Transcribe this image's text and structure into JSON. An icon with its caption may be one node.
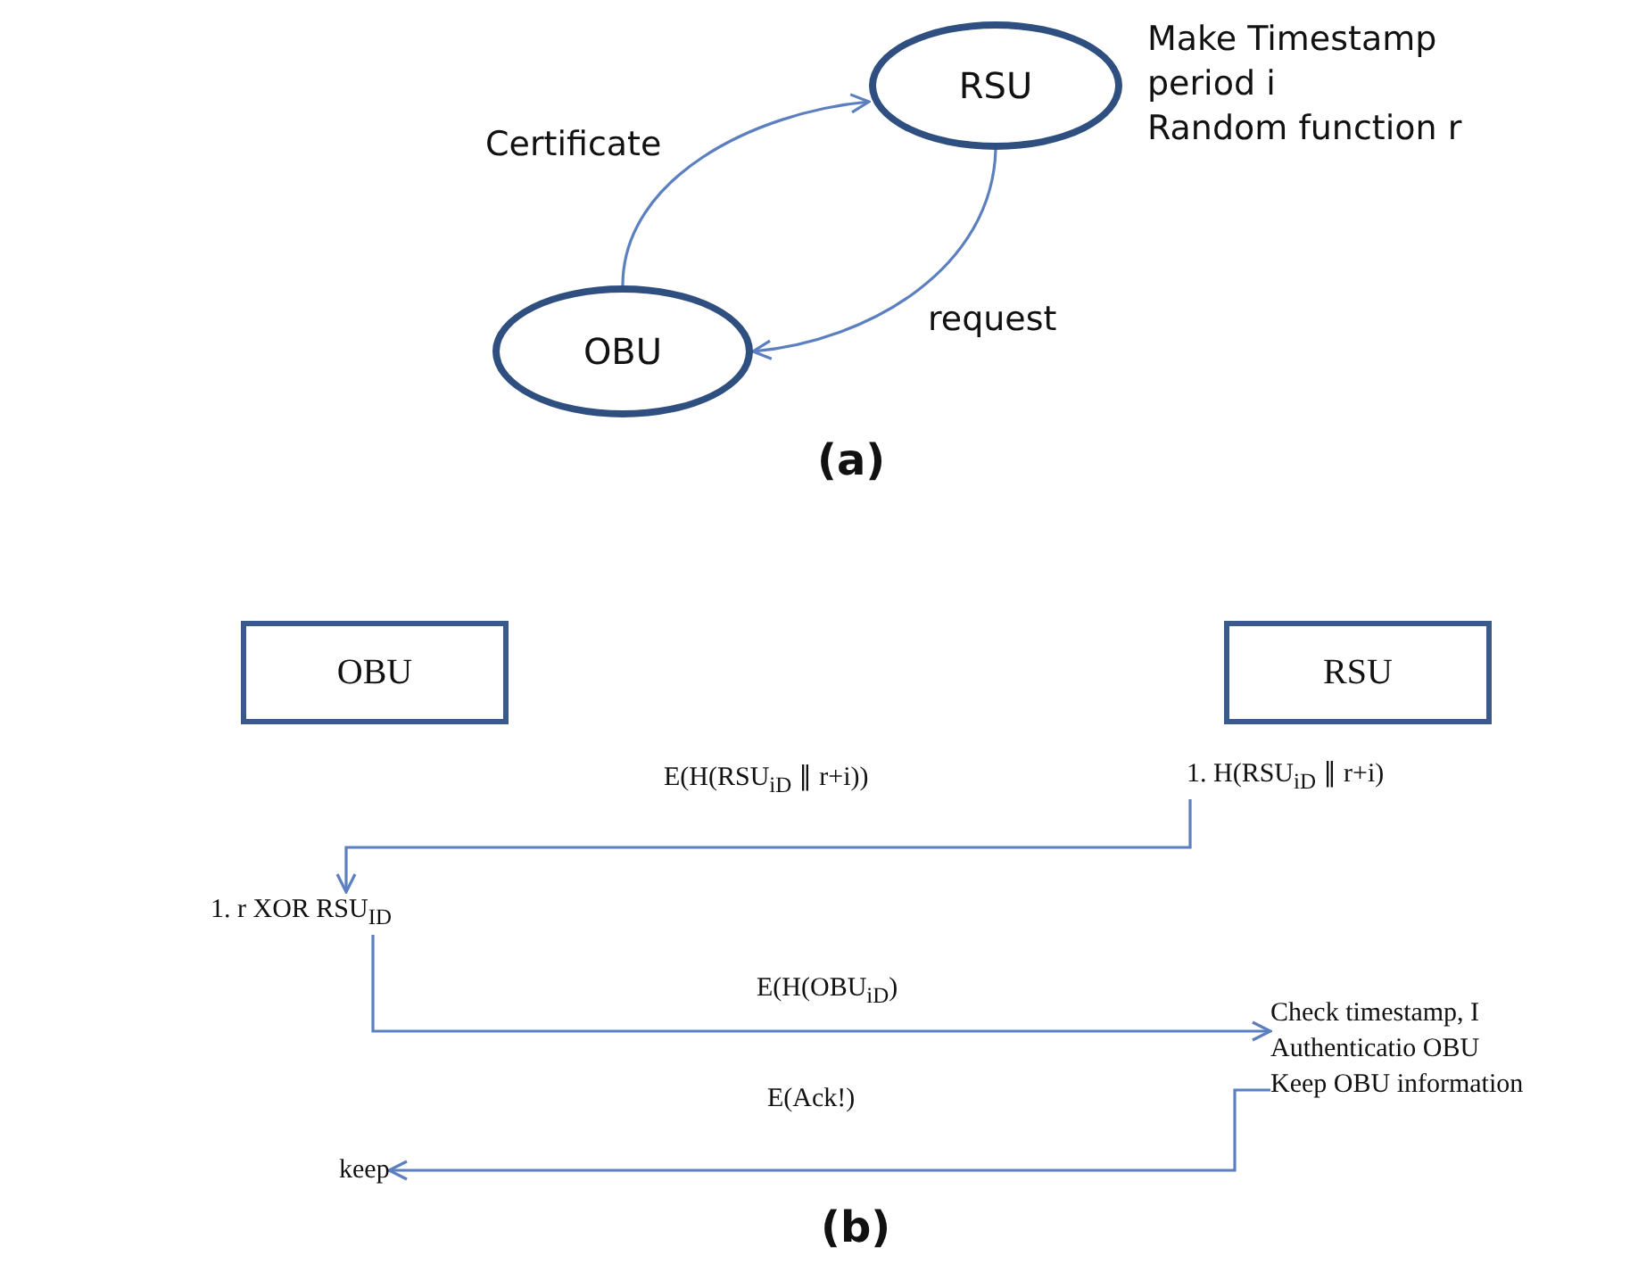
{
  "diagram": {
    "nodes": [
      {
        "text": [
          "RSU"
        ],
        "beside": [
          "Make Timestamp",
          "period i",
          "Random function r"
        ]
      },
      {
        "text": [
          "OBU"
        ]
      },
      {
        "text": [
          "OBU"
        ]
      },
      {
        "text": [
          "RSU"
        ]
      },
      {
        "text": [
          "1. H(RSU$_{iD}$ ∥ r+i)"
        ]
      },
      {
        "text": [
          "1. r XOR RSU$_{ID}$"
        ]
      },
      {
        "text": [
          "Check timestamp, I",
          "Authenticatio OBU",
          "Keep OBU information"
        ]
      },
      {
        "text": [
          "keep"
        ]
      }
    ],
    "edges": [
      {
        "from": 1,
        "to": 0,
        "arrow": "to",
        "label": "Certificate"
      },
      {
        "from": 0,
        "to": 1,
        "arrow": "to",
        "label": "request"
      },
      {
        "from": 4,
        "to": 5,
        "arrow": "to",
        "label": "E(H(RSU$_{iD}$ ∥ r+i))"
      },
      {
        "from": 5,
        "to": 6,
        "arrow": "to",
        "label": "E(H(OBU$_{iD}$)"
      },
      {
        "from": 6,
        "to": 7,
        "arrow": "to",
        "label": "E(Ack!)"
      }
    ],
    "labels": [
      "(a)",
      "(b)"
    ]
  }
}
